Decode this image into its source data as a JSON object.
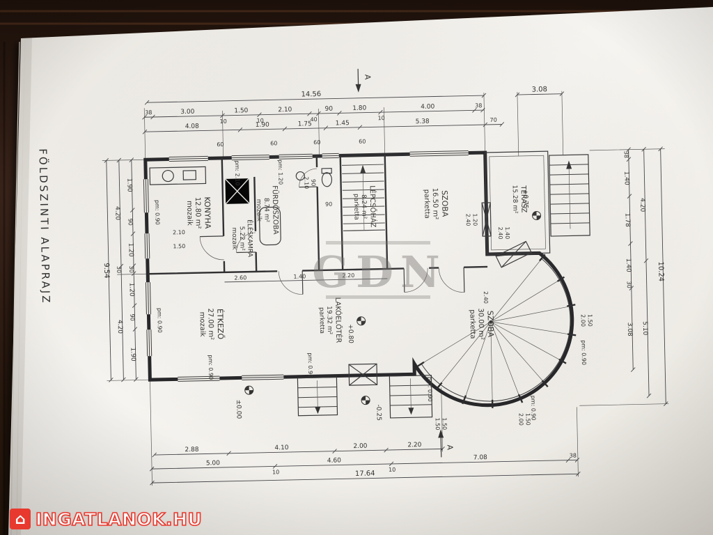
{
  "photo": {
    "colors": {
      "wood": "#2a1810",
      "paper": "#f2efe9",
      "pencil": "#333333",
      "logo_red": "#e8392e"
    }
  },
  "watermarks": {
    "gdn": "GDN",
    "logo": "INGATLANOK.HU"
  },
  "plan": {
    "title": "FÖLDSZINTI ALAPRAJZ",
    "section_label": "A",
    "rooms": [
      {
        "name": "KONYHA",
        "area": "12.80 m²",
        "floor": "mozaik"
      },
      {
        "name": "FÜRDŐSZOBA",
        "area": "8.74 m²",
        "floor": "mozaik"
      },
      {
        "name": "ÉLÉSKAMRA",
        "area": "5.22 m²",
        "floor": "mozaik"
      },
      {
        "name": "LÉPCSŐHÁZ",
        "area": "8.24 m²",
        "floor": "parketta"
      },
      {
        "name": "SZOBA",
        "area": "16.50 m²",
        "floor": "parketta"
      },
      {
        "name": "TERASZ",
        "area": "15.28 m²",
        "floor": ""
      },
      {
        "name": "ÉTKEZŐ",
        "area": "27.00 m²",
        "floor": "mozaik"
      },
      {
        "name": "LAKÓELŐTÉR",
        "area": "19.32 m²",
        "floor": "parketta"
      },
      {
        "name": "SZOBA",
        "area": "30.00 m²",
        "floor": "parketta"
      }
    ],
    "elevations": {
      "ground": "±0.00",
      "terrace": "+0.75",
      "hall": "+0.80",
      "entry": "-0.25"
    },
    "dims": {
      "top_total": "14.56",
      "top_right": "3.08",
      "top_row2": [
        "38",
        "3.00",
        "10",
        "1.50",
        "10",
        "2.10",
        "40",
        "90",
        "1.80",
        "10",
        "4.00",
        "38"
      ],
      "top_row3": [
        "4.08",
        "1.90",
        "1.75",
        "1.45",
        "5.38",
        "70"
      ],
      "bottom_row1": [
        "2.88",
        "4.10",
        "2.00",
        "2.20"
      ],
      "bottom_row2": [
        "5.00",
        "10",
        "4.60",
        "10",
        "7.08",
        "38"
      ],
      "bottom_total": "17.64",
      "left_inner": [
        "1.90",
        "90",
        "1.20",
        "30",
        "1.20",
        "90",
        "1.90"
      ],
      "left_mid": [
        "4.20",
        "30",
        "4.20"
      ],
      "left_total": "9.54",
      "right_inner": [
        "38",
        "1.40",
        "1.78",
        "1.40",
        "30",
        "3.08"
      ],
      "right_mid": [
        "4.20",
        "5.10"
      ],
      "right_total": "10.24",
      "piers": [
        "60",
        "60",
        "60",
        "60"
      ],
      "interior": [
        "2.60",
        "1.40",
        "2.20",
        "1.50",
        "2.10",
        "2.40",
        "90"
      ],
      "openings": [
        {
          "w": "1.20",
          "h": "2.40"
        },
        {
          "w": "1.40",
          "h": "2.40"
        },
        {
          "w": "90",
          "h": "2.10"
        },
        {
          "w": "1.50",
          "h": "2.00"
        },
        {
          "w": "1.50",
          "h": "2.00"
        },
        {
          "w": "1.50",
          "h": "1.50"
        }
      ],
      "parapets": [
        "pm: 2.10",
        "pm: 1.20",
        "pm: 0.90",
        "pm: 0.90",
        "pm: 0.90",
        "pm: 0.90",
        "pm: 0.90",
        "pm: 0.90",
        "pm: 0.90"
      ]
    }
  }
}
